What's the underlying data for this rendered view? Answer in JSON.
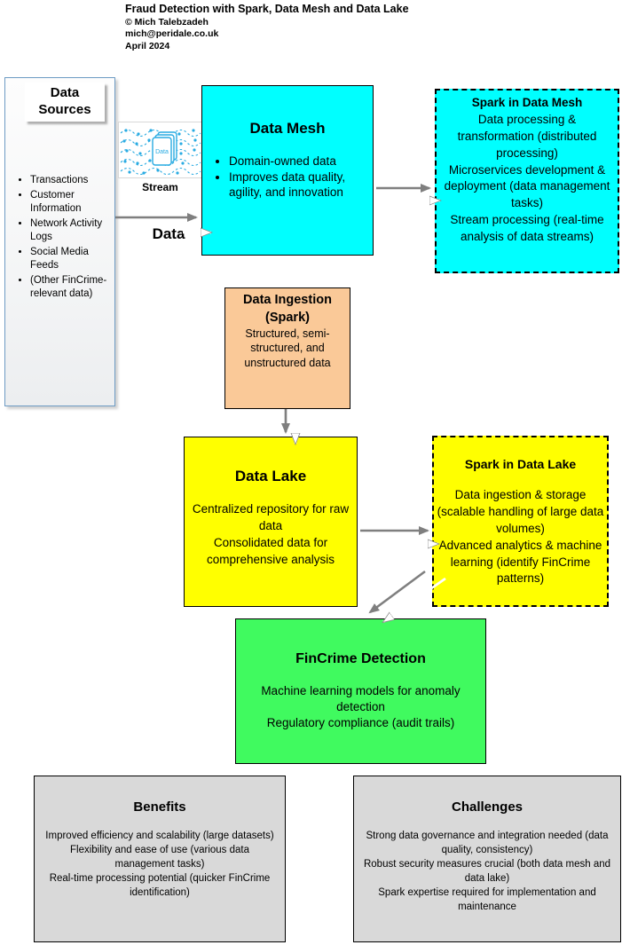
{
  "header": {
    "title": "Fraud Detection with Spark, Data Mesh and Data Lake",
    "copyright": "© Mich Talebzadeh",
    "email": "mich@peridale.co.uk",
    "date": "April 2024"
  },
  "data_sources": {
    "title": "Data Sources",
    "items": [
      "Transactions",
      "Customer Information",
      "Network Activity Logs",
      "Social Media Feeds",
      "(Other FinCrime-relevant data)"
    ]
  },
  "stream": {
    "icon_text": "Data",
    "stream_label": "Stream",
    "data_label": "Data"
  },
  "data_mesh": {
    "title": "Data Mesh",
    "items": [
      "Domain-owned data",
      "Improves data quality, agility, and innovation"
    ]
  },
  "spark_in_data_mesh": {
    "title": "Spark in Data Mesh",
    "items": [
      "Data processing & transformation (distributed processing)",
      "Microservices development & deployment (data management tasks)",
      "Stream processing (real-time analysis of data streams)"
    ]
  },
  "data_ingestion": {
    "title": "Data Ingestion (Spark)",
    "body": "Structured, semi-structured, and unstructured data"
  },
  "data_lake": {
    "title": "Data Lake",
    "items": [
      "Centralized repository for raw data",
      "Consolidated data for comprehensive analysis"
    ]
  },
  "spark_in_data_lake": {
    "title": "Spark in Data Lake",
    "items": [
      "Data ingestion & storage (scalable handling of large data volumes)",
      "Advanced analytics & machine learning (identify FinCrime patterns)"
    ]
  },
  "fincrime_detection": {
    "title": "FinCrime Detection",
    "items": [
      "Machine learning models for anomaly detection",
      "Regulatory compliance (audit trails)"
    ]
  },
  "benefits": {
    "title": "Benefits",
    "items": [
      "Improved efficiency and scalability (large datasets)",
      "Flexibility and ease of use (various data management tasks)",
      "Real-time processing potential (quicker FinCrime identification)"
    ]
  },
  "challenges": {
    "title": "Challenges",
    "items": [
      "Strong data governance and integration needed (data quality, consistency)",
      "Robust security measures crucial (both data mesh and data lake)",
      "Spark expertise required for implementation and maintenance"
    ]
  },
  "colors": {
    "cyan": "#00FFFF",
    "yellow": "#FFFF00",
    "orange": "#FAC998",
    "green": "#40FA5F",
    "gray_panel": "#D9D9D9",
    "arrow_gray": "#7F7F7F",
    "stream_blue": "#29ABE2",
    "sources_border": "#6D9BC4"
  }
}
